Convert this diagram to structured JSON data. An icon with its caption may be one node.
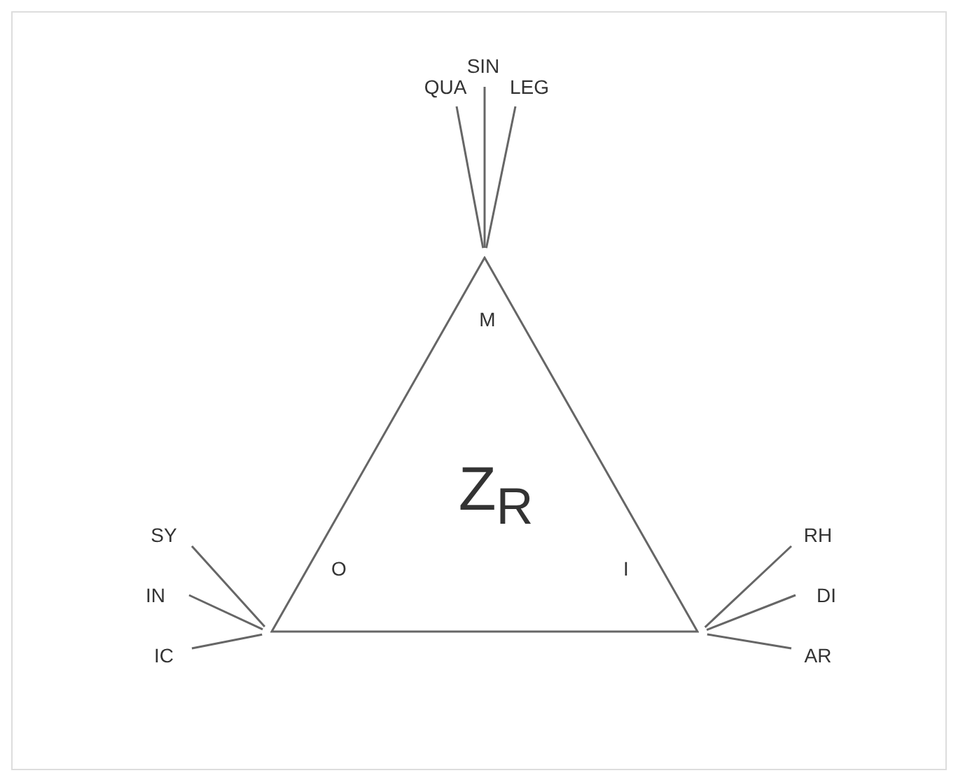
{
  "diagram": {
    "nodes": [
      {
        "text": [
          "Z$_{R}$"
        ]
      },
      {
        "text": [
          "QUA"
        ]
      },
      {
        "text": [
          "SIN"
        ]
      },
      {
        "text": [
          "LEG"
        ]
      },
      {
        "text": [
          "SY"
        ]
      },
      {
        "text": [
          "IN"
        ]
      },
      {
        "text": [
          "IC"
        ]
      },
      {
        "text": [
          "RH"
        ]
      },
      {
        "text": [
          "DI"
        ]
      },
      {
        "text": [
          "AR"
        ]
      }
    ],
    "edges": [
      {
        "from": 1,
        "to": 0,
        "arrow": "none"
      },
      {
        "from": 2,
        "to": 0,
        "arrow": "none"
      },
      {
        "from": 3,
        "to": 0,
        "arrow": "none"
      },
      {
        "from": 4,
        "to": 0,
        "arrow": "none"
      },
      {
        "from": 5,
        "to": 0,
        "arrow": "none"
      },
      {
        "from": 6,
        "to": 0,
        "arrow": "none"
      },
      {
        "from": 7,
        "to": 0,
        "arrow": "none"
      },
      {
        "from": 8,
        "to": 0,
        "arrow": "none"
      },
      {
        "from": 9,
        "to": 0,
        "arrow": "none"
      }
    ],
    "labels": [
      "M",
      "O",
      "I"
    ]
  }
}
